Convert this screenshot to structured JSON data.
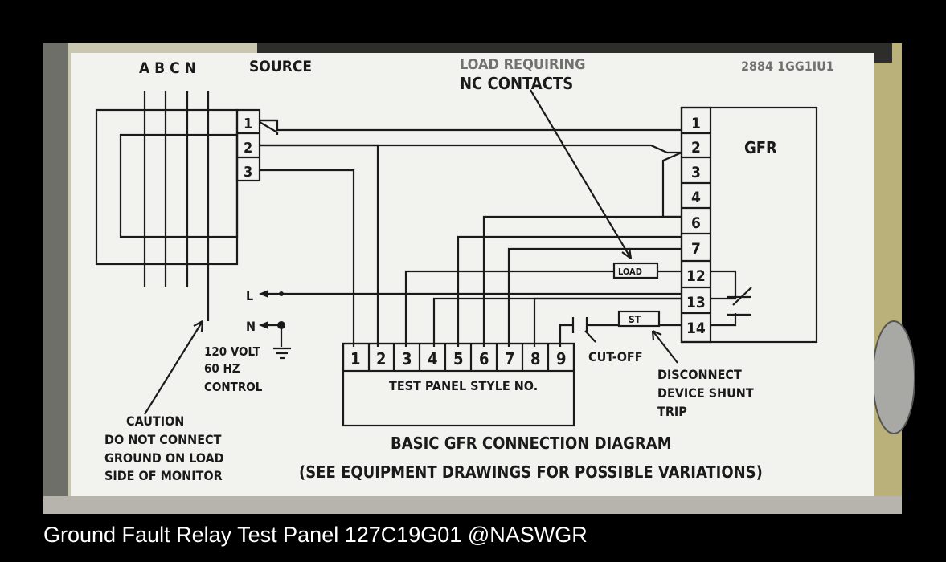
{
  "colors": {
    "background": "#000000",
    "plate": "#f2f2ee",
    "frame_metal": "#c9c6b0",
    "ink": "#1a1a1a",
    "caption_text": "#ffffff"
  },
  "plate": {
    "phases": "A B C N",
    "source": "SOURCE",
    "load_requiring_line1": "LOAD REQUIRING",
    "load_requiring_line2": "NC CONTACTS",
    "top_right_partial": "2884 1GG1IU1",
    "gfr_label": "GFR",
    "source_terminals": [
      "1",
      "2",
      "3"
    ],
    "gfr_terminals": [
      "1",
      "2",
      "3",
      "4",
      "6",
      "7",
      "12",
      "13",
      "14"
    ],
    "l_label": "L",
    "n_label": "N",
    "control_line1": "120 VOLT",
    "control_line2": "60 HZ",
    "control_line3": "CONTROL",
    "caution_line1": "CAUTION",
    "caution_line2": "DO NOT CONNECT",
    "caution_line3": "GROUND ON LOAD",
    "caution_line4": "SIDE OF MONITOR",
    "test_panel_terminals": [
      "1",
      "2",
      "3",
      "4",
      "5",
      "6",
      "7",
      "8",
      "9"
    ],
    "test_panel_label": "TEST PANEL STYLE NO.",
    "load_box": "LOAD",
    "st_box": "ST",
    "cut_off": "CUT-OFF",
    "shunt_line1": "DISCONNECT",
    "shunt_line2": "DEVICE SHUNT",
    "shunt_line3": "TRIP",
    "title_line1": "BASIC GFR CONNECTION DIAGRAM",
    "title_line2": "(SEE EQUIPMENT DRAWINGS FOR POSSIBLE VARIATIONS)"
  },
  "caption": "Ground Fault Relay Test Panel 127C19G01 @NASWGR"
}
